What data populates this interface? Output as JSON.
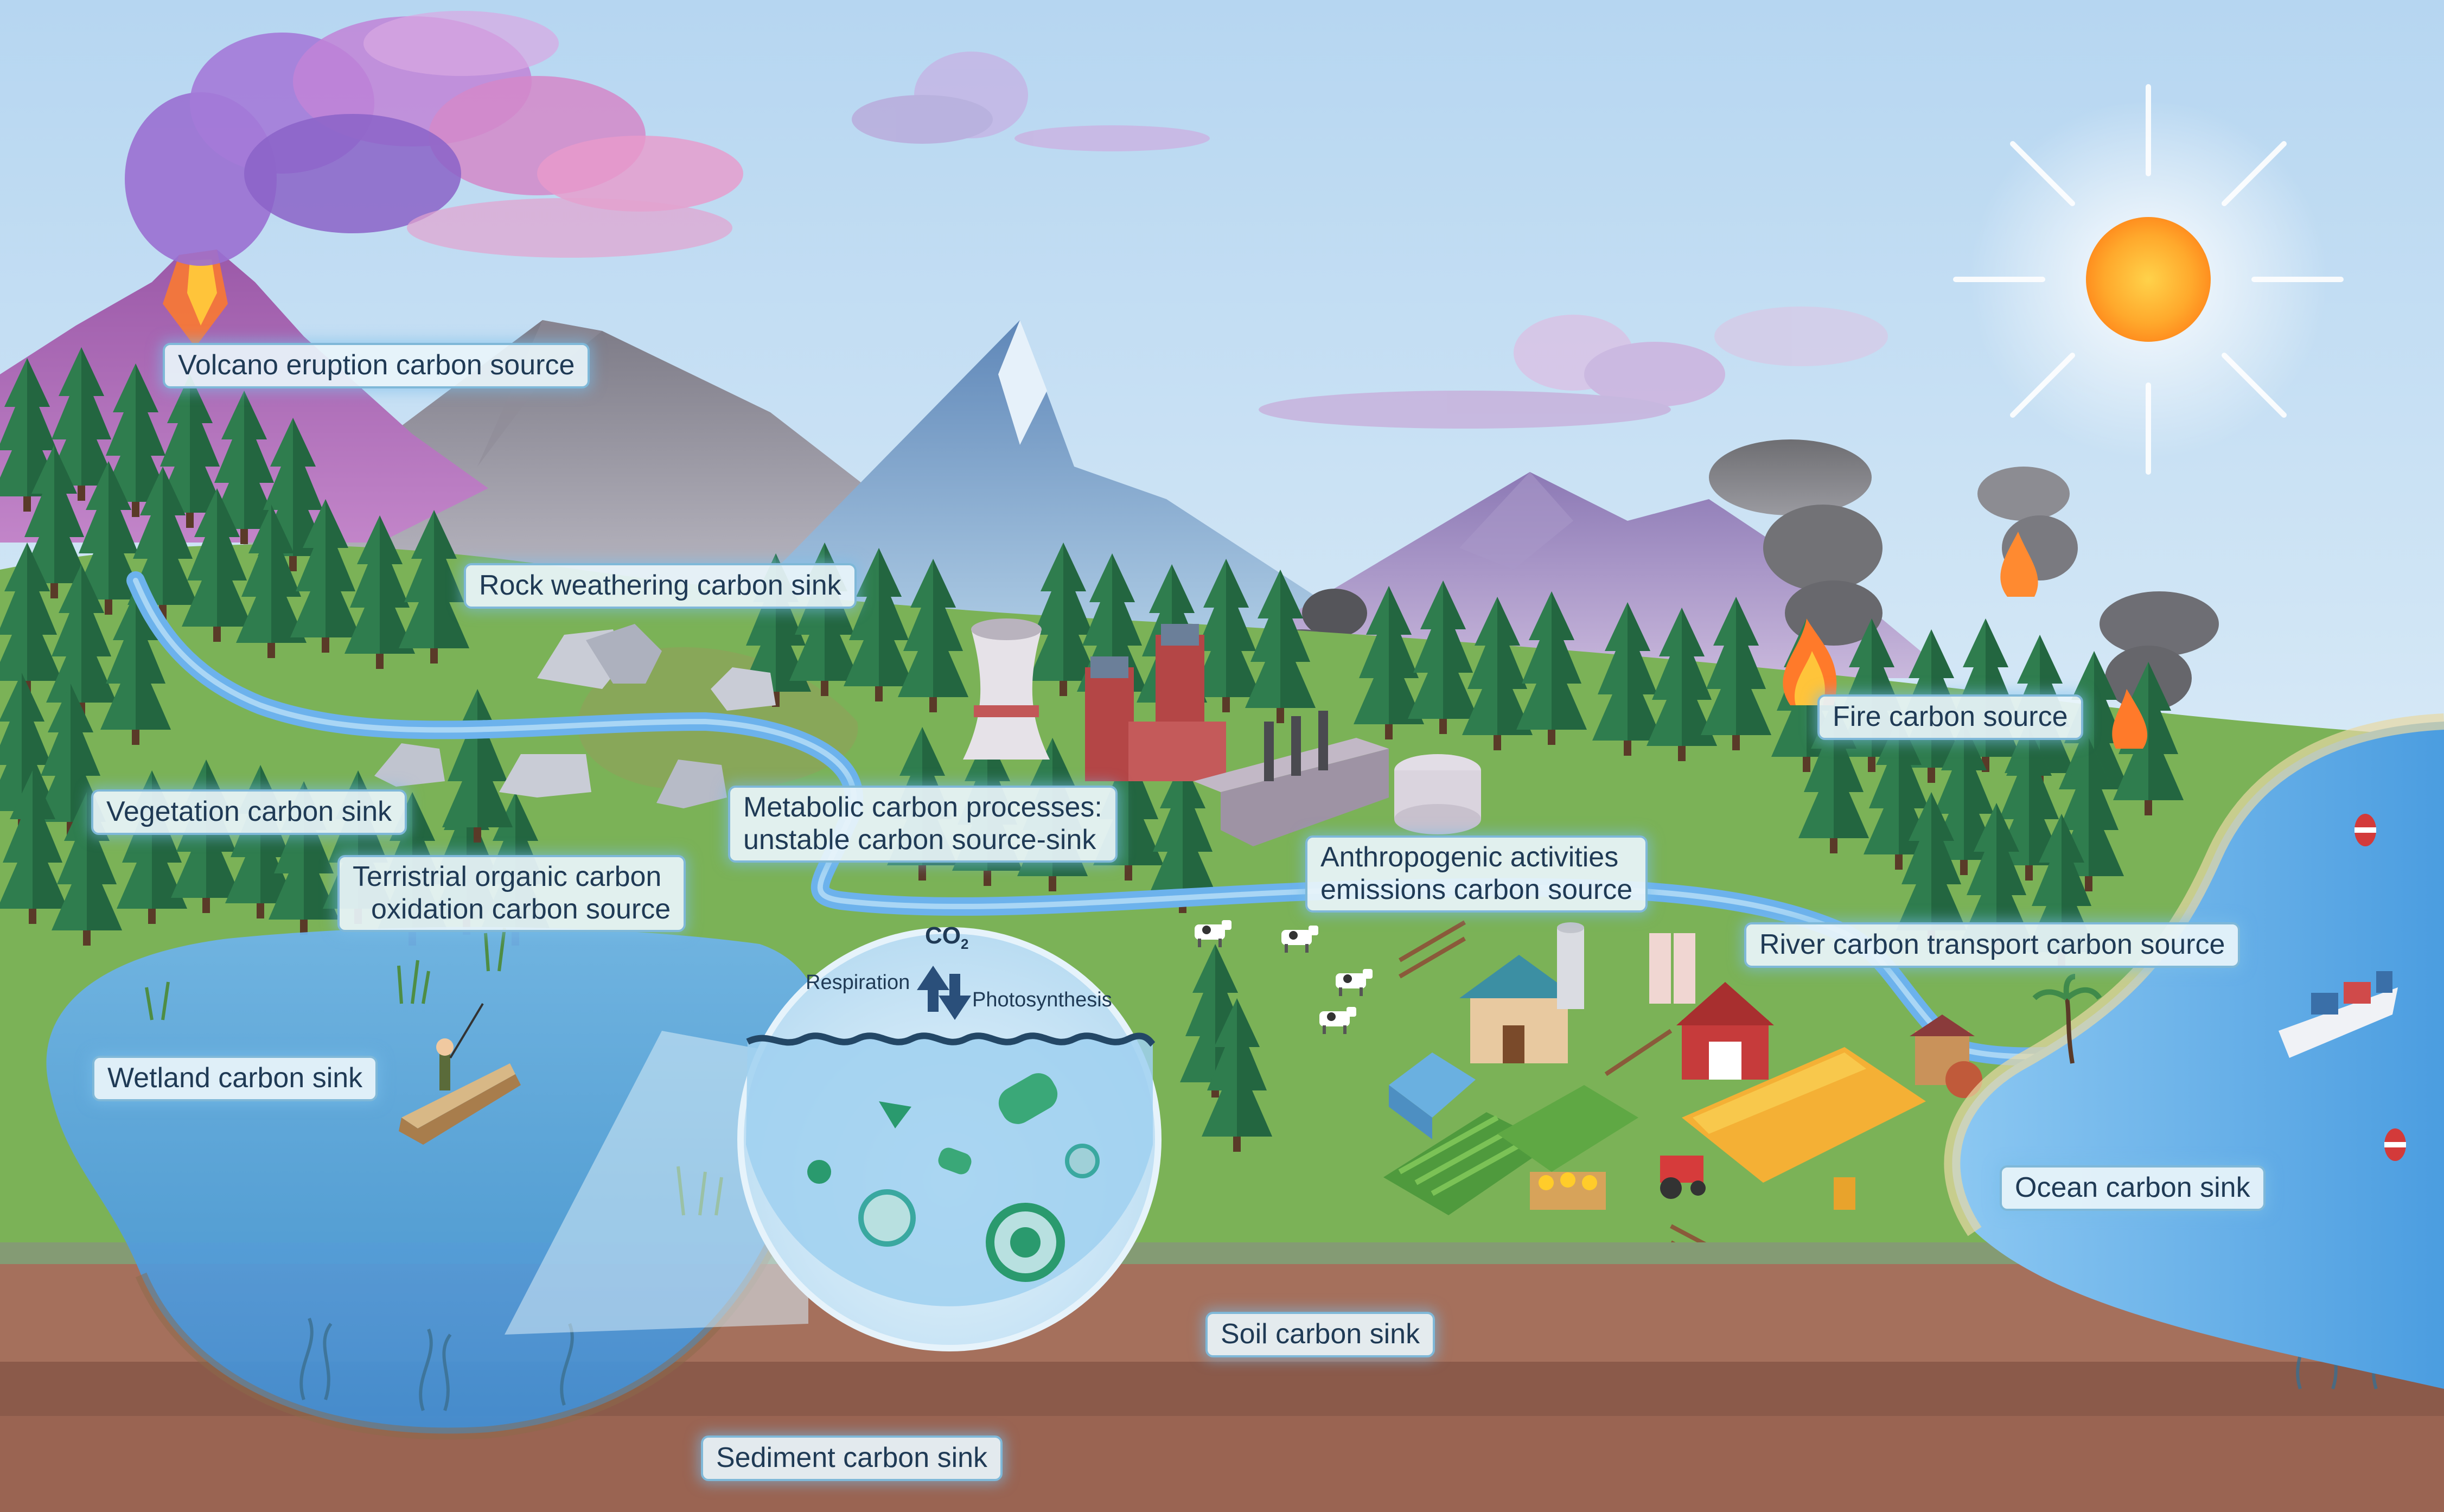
{
  "labels": {
    "volcano": "Volcano eruption carbon source",
    "rock_weathering": "Rock weathering carbon sink",
    "vegetation": "Vegetation carbon sink",
    "terrestrial_line1": "Terristrial organic carbon",
    "terrestrial_line2": "oxidation carbon source",
    "metabolic_line1": "Metabolic carbon processes:",
    "metabolic_line2": "unstable carbon source-sink",
    "anthropogenic_line1": "Anthropogenic activities",
    "anthropogenic_line2": "emissions carbon source",
    "fire": "Fire carbon source",
    "river": "River carbon transport carbon source",
    "wetland": "Wetland carbon sink",
    "ocean": "Ocean carbon sink",
    "soil": "Soil carbon sink",
    "sediment": "Sediment carbon sink"
  },
  "microcosm": {
    "co2": "CO",
    "co2_subscript": "2",
    "respiration": "Respiration",
    "photosynthesis": "Photosynthesis"
  },
  "colors": {
    "sky_top": "#b9d9f2",
    "sky_bottom": "#e3f0f8",
    "grass": "#7bb257",
    "water": "#5aa8e6",
    "soil": "#a5705c",
    "label_border": "#7fb8d8",
    "label_text": "#1f3a55"
  }
}
